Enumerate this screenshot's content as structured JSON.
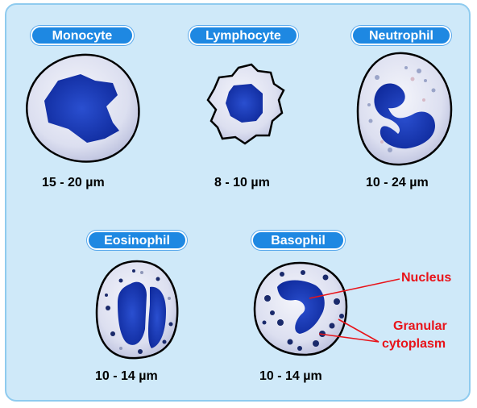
{
  "colors": {
    "panel_fill": "#cfe9f9",
    "label_pill": "#1e88e2",
    "nucleus": "#1534b0",
    "cytoplasm": "#d8dcef",
    "granule": "#1a2a6b",
    "annotation": "#e8141a"
  },
  "cells": [
    {
      "id": "monocyte",
      "name": "Monocyte",
      "size": "15 - 20  µm"
    },
    {
      "id": "lymphocyte",
      "name": "Lymphocyte",
      "size": "8 - 10  µm"
    },
    {
      "id": "neutrophil",
      "name": "Neutrophil",
      "size": "10 - 24  µm"
    },
    {
      "id": "eosinophil",
      "name": "Eosinophil",
      "size": "10 - 14  µm"
    },
    {
      "id": "basophil",
      "name": "Basophil",
      "size": "10 - 14  µm"
    }
  ],
  "annotations": {
    "nucleus": "Nucleus",
    "granular": "Granular",
    "cytoplasm": "cytoplasm"
  }
}
